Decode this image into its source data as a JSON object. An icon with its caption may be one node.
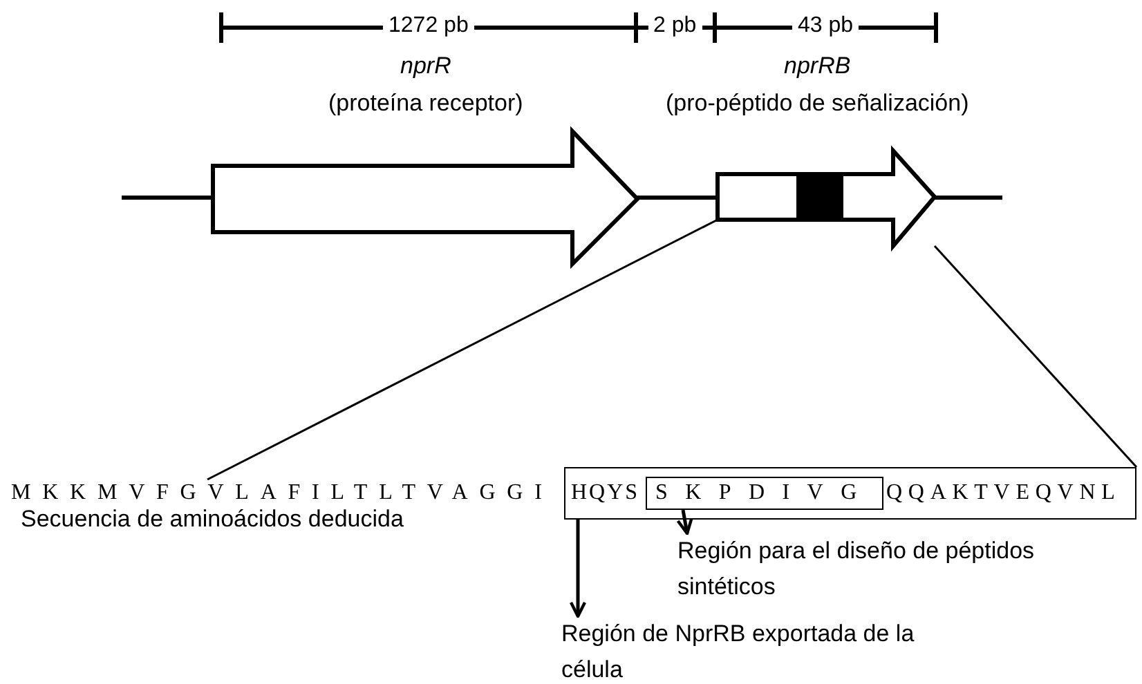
{
  "diagram": {
    "nodes": [
      {
        "text": [
          "nprR",
          "(proteína receptor)"
        ]
      },
      {
        "text": [
          "nprRB",
          "(pro-péptido de señalización)"
        ]
      },
      {
        "text": [
          "MKKMVFGVLAFILTLTVAGGI"
        ]
      },
      {
        "text": [
          "HQYS",
          "QQAKTVEQVNL"
        ]
      },
      {
        "text": [
          "SKPDIVG"
        ],
        "in": 3
      },
      {
        "text": [
          "Región para el diseño de péptidos sintéticos"
        ]
      },
      {
        "text": [
          "Región de NprRB exportada de la célula"
        ]
      }
    ],
    "edges": [
      {
        "from": 1,
        "to": 2,
        "arrow": "none"
      },
      {
        "from": 1,
        "to": 3,
        "arrow": "none"
      },
      {
        "from": 4,
        "to": 5,
        "arrow": "to"
      },
      {
        "from": 3,
        "to": 6,
        "arrow": "to"
      }
    ],
    "labels": [
      "1272 pb",
      "2 pb",
      "43 pb",
      "Secuencia de aminoácidos deducida"
    ]
  }
}
